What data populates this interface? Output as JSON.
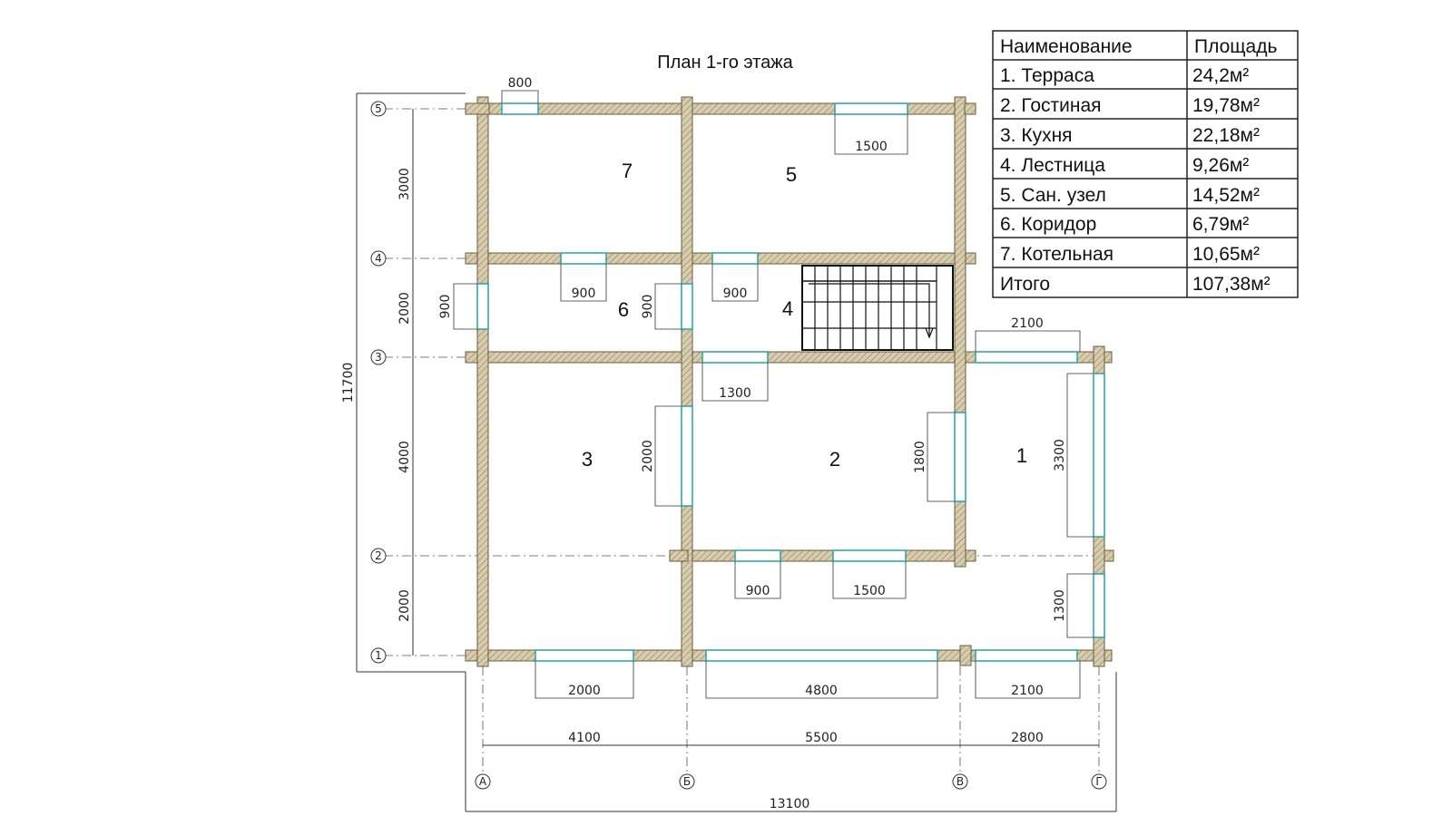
{
  "title": "План 1-го этажа",
  "rooms": [
    "1",
    "2",
    "3",
    "4",
    "5",
    "6",
    "7"
  ],
  "axes": {
    "rows": [
      "5",
      "4",
      "3",
      "2",
      "1"
    ],
    "cols": [
      "А",
      "Б",
      "В",
      "Г"
    ]
  },
  "dimensions": {
    "total_height": "11700",
    "total_width": "13100",
    "row_spacing": [
      "3000",
      "2000",
      "4000",
      "2000"
    ],
    "col_spacing": [
      "4100",
      "5500",
      "2800"
    ],
    "bottom_openings": [
      "2000",
      "4800",
      "2100"
    ],
    "top_opening": "800",
    "room5_window": "1500",
    "corridor_openings": [
      "900",
      "900",
      "900",
      "900"
    ],
    "terrace_top": "2100",
    "living_top": "1300",
    "kitchen_door": "2000",
    "living_right": "1800",
    "terrace_right": "3300",
    "terrace_right_lower": "1300",
    "living_bottom": [
      "900",
      "1500"
    ]
  },
  "table": {
    "headers": [
      "Наименование",
      "Площадь"
    ],
    "rows": [
      [
        "1. Терраса",
        "24,2м²"
      ],
      [
        "2. Гостиная",
        "19,78м²"
      ],
      [
        "3. Кухня",
        "22,18м²"
      ],
      [
        "4. Лестница",
        "9,26м²"
      ],
      [
        "5. Сан. узел",
        "14,52м²"
      ],
      [
        "6. Коридор",
        "6,79м²"
      ],
      [
        "7. Котельная",
        "10,65м²"
      ],
      [
        "Итого",
        "107,38м²"
      ]
    ]
  },
  "colors": {
    "wall": "#d7ccae",
    "wall_stroke": "#6b5c3c",
    "window": "#27a3a3",
    "line": "#222222"
  }
}
